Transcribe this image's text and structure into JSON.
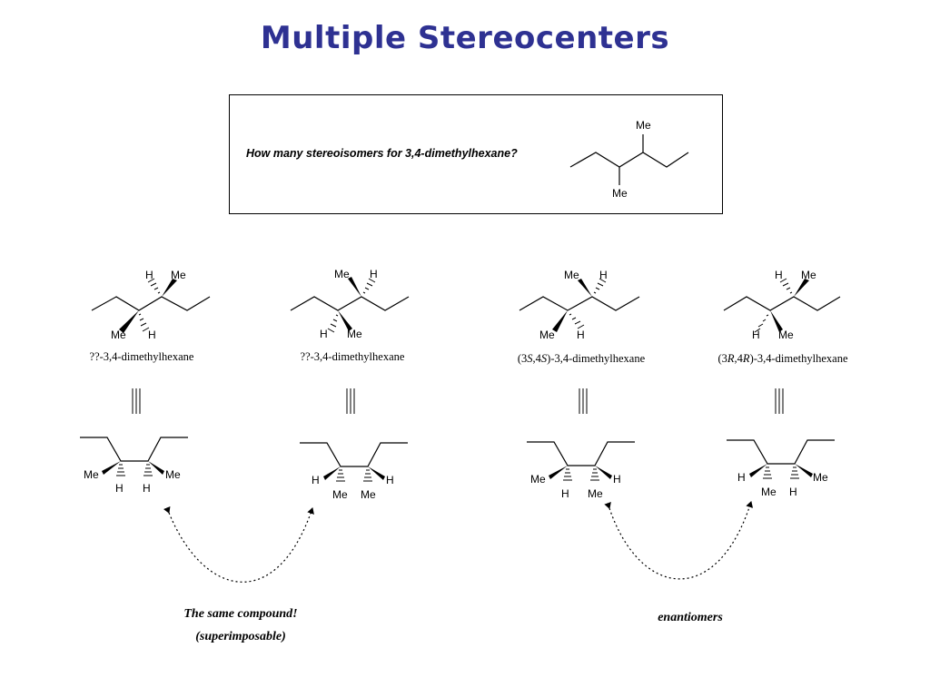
{
  "title": "Multiple Stereocenters",
  "question": "How many stereoisomers for 3,4-dimethylhexane?",
  "atoms": {
    "me": "Me",
    "h": "H"
  },
  "captions": {
    "c1": "??-3,4-dimethylhexane",
    "c2": "??-3,4-dimethylhexane",
    "c3_prefix": "(3",
    "c3_l1": "S",
    "c3_sep": ",4",
    "c3_l2": "S",
    "c3_suffix": ")-3,4-dimethylhexane",
    "c4_prefix": "(3",
    "c4_l1": "R",
    "c4_sep": ",4",
    "c4_l2": "R",
    "c4_suffix": ")-3,4-dimethylhexane"
  },
  "equivalence_symbol": "|||",
  "notes": {
    "same_line1": "The same compound!",
    "same_line2": "(superimposable)",
    "enantiomers": "enantiomers"
  }
}
